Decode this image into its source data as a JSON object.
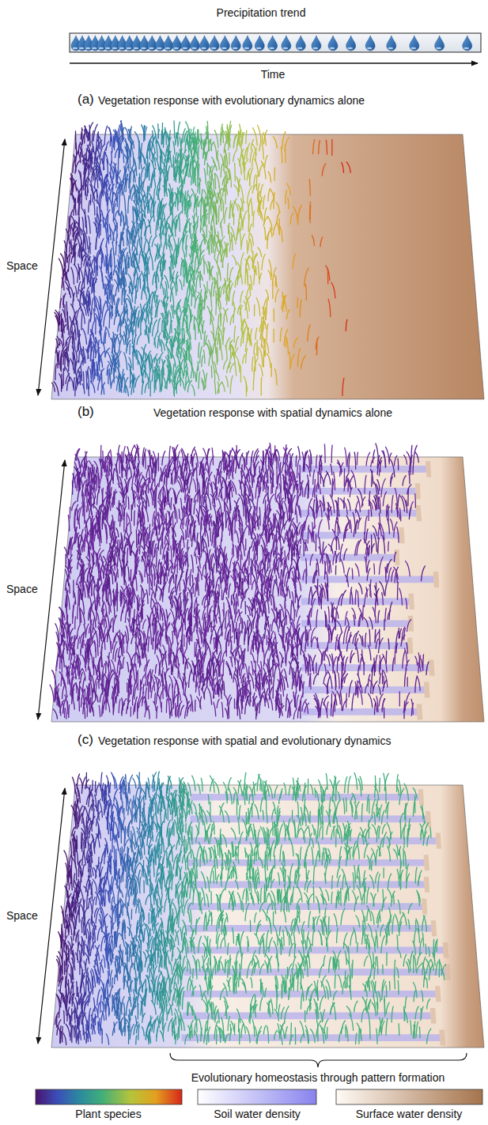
{
  "diagram": {
    "labels": [
      "Precipitation trend",
      "Time",
      "(a)",
      "Vegetation response with evolutionary dynamics alone",
      "Space",
      "(b)",
      "Vegetation response with spatial dynamics alone",
      "Space",
      "(c)",
      "Vegetation response with spatial and evolutionary dynamics",
      "Space",
      "Evolutionary homeostasis through pattern formation"
    ],
    "legend": [
      {
        "text": "Plant species"
      },
      {
        "text": "Soil water density"
      },
      {
        "text": "Surface water density"
      }
    ]
  }
}
